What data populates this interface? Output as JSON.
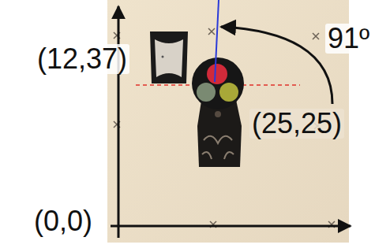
{
  "diagram": {
    "labels": [
      "(12,37)",
      "91º",
      "(25,25)",
      "(0,0)"
    ]
  }
}
